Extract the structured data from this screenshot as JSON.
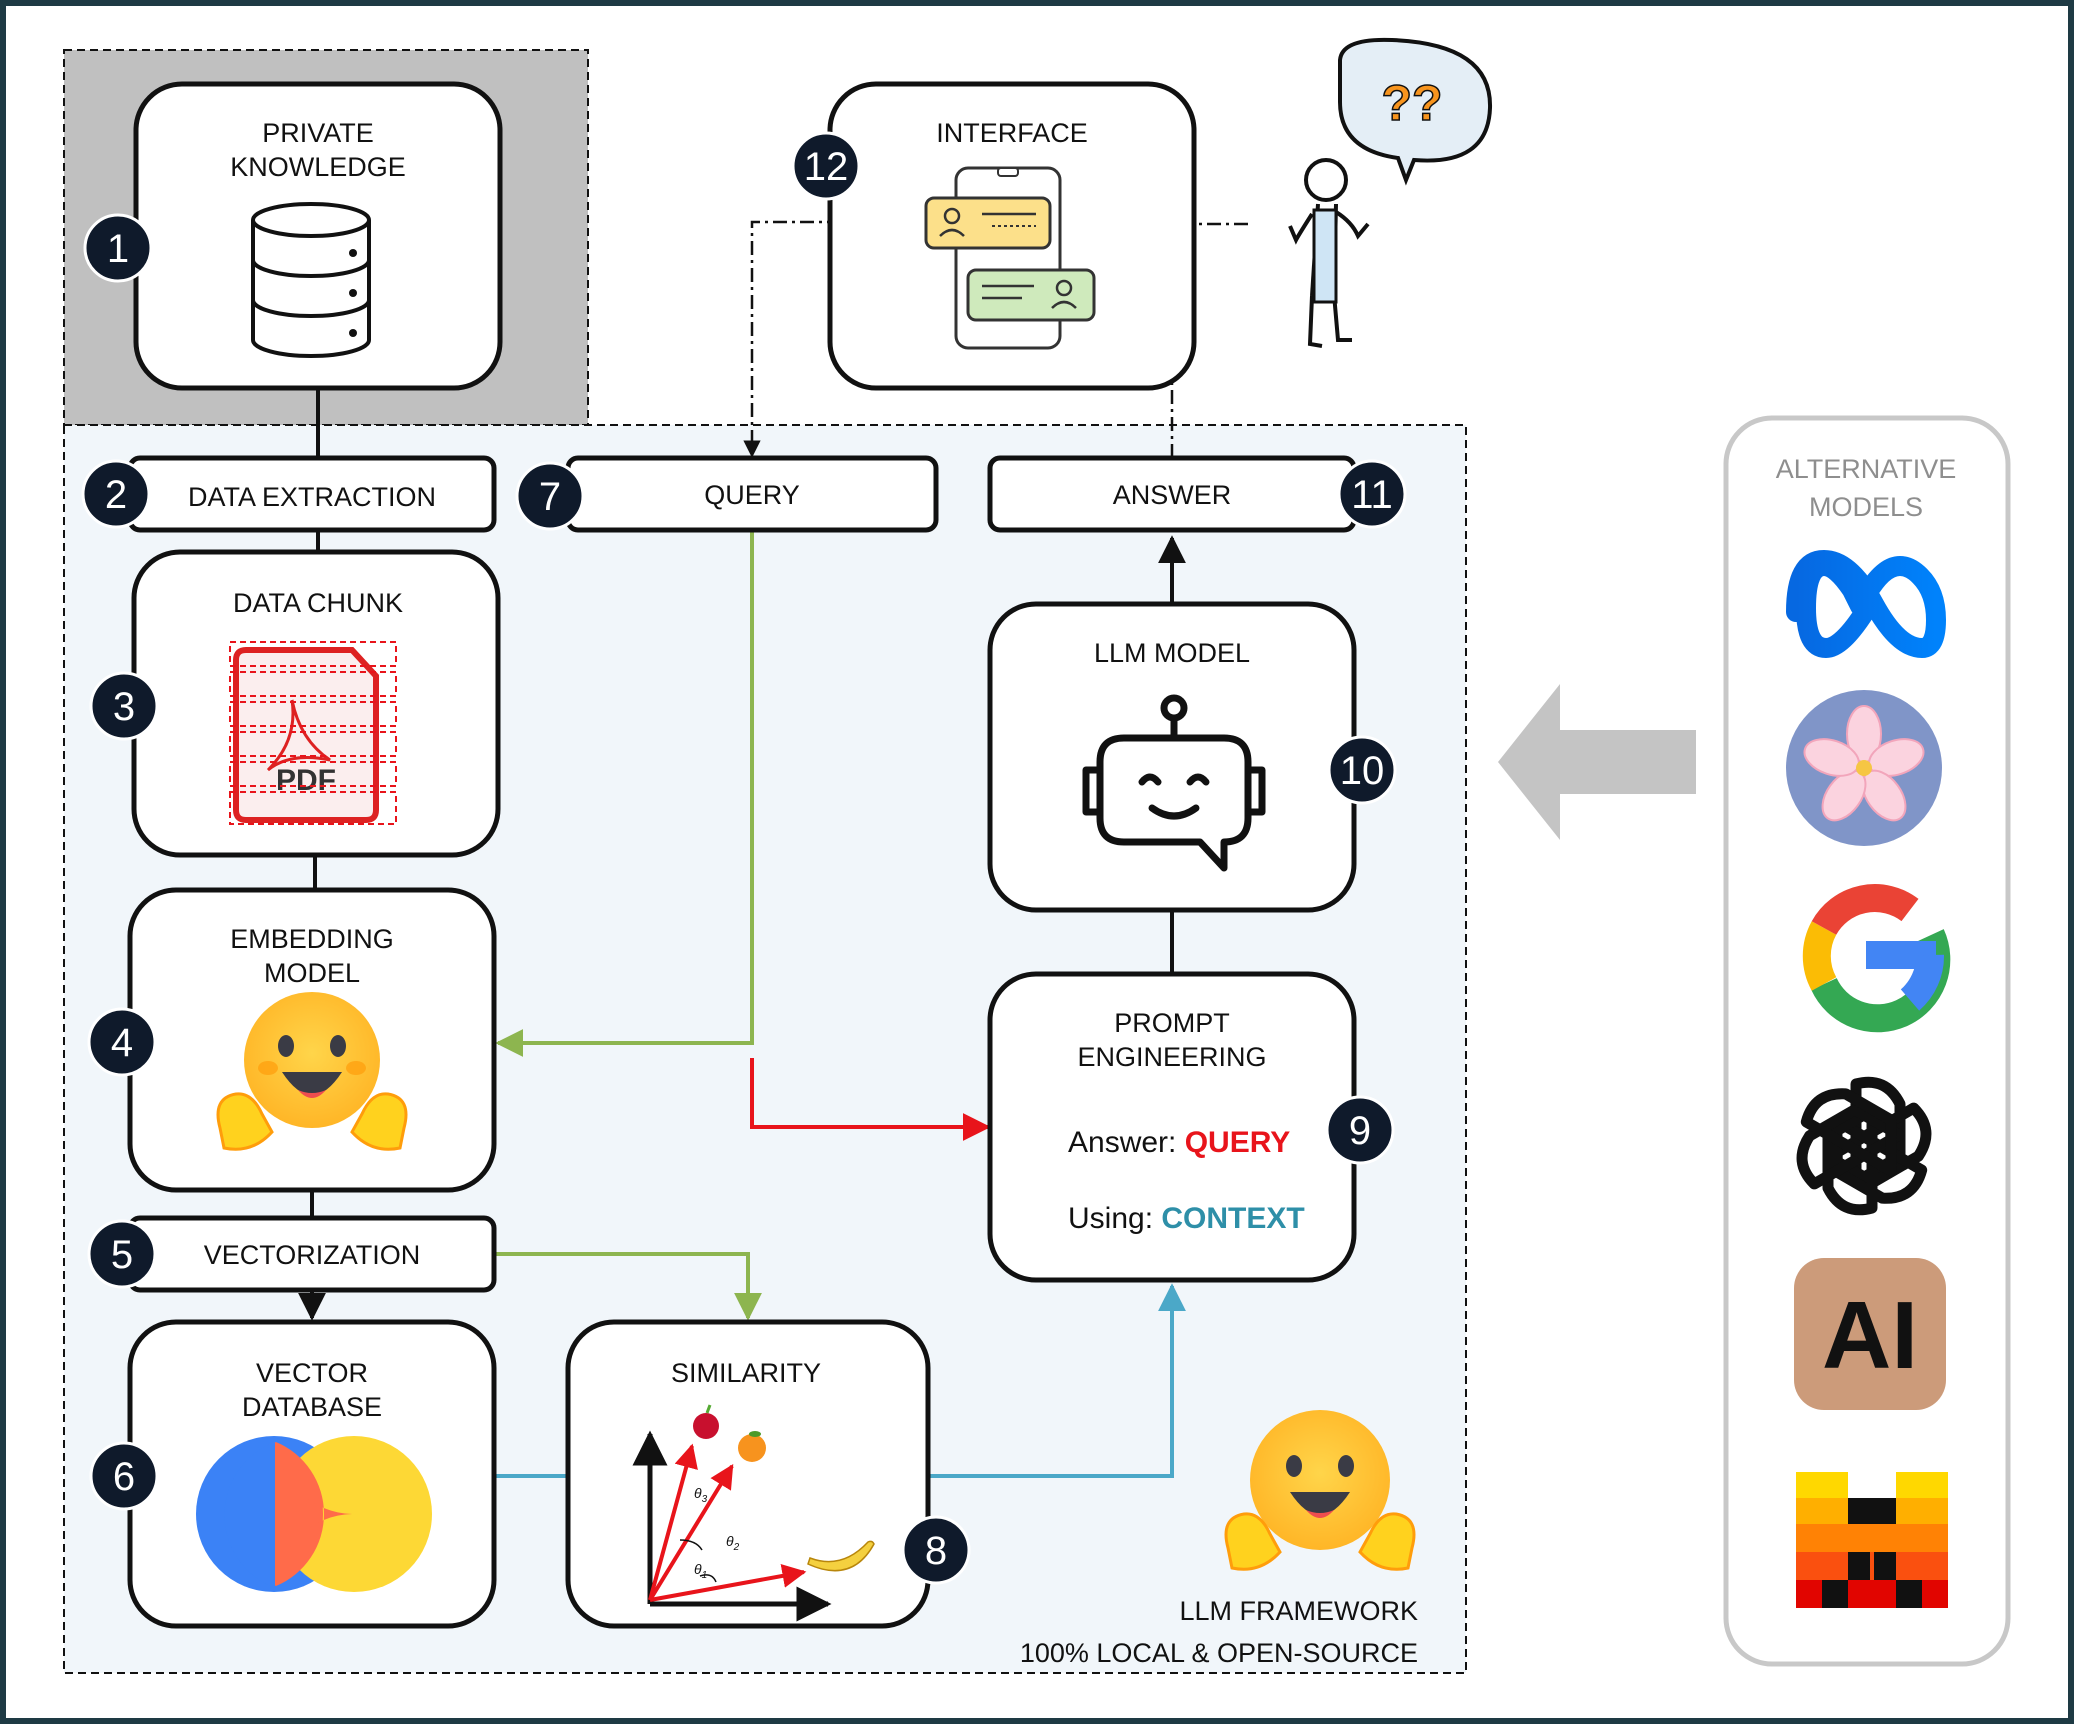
{
  "steps": {
    "s1": {
      "num": "1",
      "title_l1": "PRIVATE",
      "title_l2": "KNOWLEDGE"
    },
    "s2": {
      "num": "2",
      "title": "DATA EXTRACTION"
    },
    "s3": {
      "num": "3",
      "title": "DATA CHUNK",
      "pdf_text": "PDF"
    },
    "s4": {
      "num": "4",
      "title_l1": "EMBEDDING",
      "title_l2": "MODEL"
    },
    "s5": {
      "num": "5",
      "title": "VECTORIZATION"
    },
    "s6": {
      "num": "6",
      "title_l1": "VECTOR",
      "title_l2": "DATABASE"
    },
    "s7": {
      "num": "7",
      "title": "QUERY"
    },
    "s8": {
      "num": "8",
      "title": "SIMILARITY",
      "theta1": "θ",
      "theta1_sub": "1",
      "theta2": "θ",
      "theta2_sub": "2",
      "theta3": "θ",
      "theta3_sub": "3"
    },
    "s9": {
      "num": "9",
      "title_l1": "PROMPT",
      "title_l2": "ENGINEERING",
      "answer_prefix": "Answer: ",
      "answer_value": "QUERY",
      "using_prefix": "Using: ",
      "using_value": "CONTEXT"
    },
    "s10": {
      "num": "10",
      "title": "LLM MODEL"
    },
    "s11": {
      "num": "11",
      "title": "ANSWER"
    },
    "s12": {
      "num": "12",
      "title": "INTERFACE"
    }
  },
  "user": {
    "question": "??"
  },
  "framework": {
    "line1": "LLM FRAMEWORK",
    "line2": "100% LOCAL & OPEN-SOURCE"
  },
  "alternatives": {
    "title_l1": "ALTERNATIVE",
    "title_l2": "MODELS",
    "models": [
      {
        "icon": "meta-icon"
      },
      {
        "icon": "cherry-blossom-icon"
      },
      {
        "icon": "google-icon"
      },
      {
        "icon": "openai-icon"
      },
      {
        "icon": "anthropic-icon",
        "text": "AI"
      },
      {
        "icon": "mistral-icon"
      }
    ]
  },
  "colors": {
    "query_red": "#e8141b",
    "context_blue": "#2e8fa8",
    "green_line": "#8db54f",
    "blue_line": "#4ba8c8",
    "private_bg": "#c0c0c0",
    "framework_bg": "#f1f6fa",
    "number_badge": "#0f1a2b"
  }
}
